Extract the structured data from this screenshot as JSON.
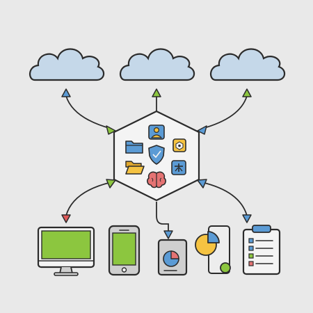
{
  "diagram": {
    "nodes": [
      {
        "id": "cloud-left",
        "icon": "cloud-icon"
      },
      {
        "id": "cloud-center",
        "icon": "cloud-icon"
      },
      {
        "id": "cloud-right",
        "icon": "cloud-icon"
      },
      {
        "id": "central-hub",
        "icon": "hexagon-hub-icon",
        "contains": [
          "user-profile-icon",
          "folder-icon",
          "shield-icon",
          "settings-chip-icon",
          "open-folder-icon",
          "tools-icon",
          "brain-icon"
        ]
      },
      {
        "id": "desktop-monitor",
        "icon": "monitor-icon"
      },
      {
        "id": "smartphone",
        "icon": "smartphone-icon"
      },
      {
        "id": "pie-chart-document",
        "icon": "document-pie-chart-icon"
      },
      {
        "id": "pie-chart-report",
        "icon": "report-pie-chart-icon"
      },
      {
        "id": "clipboard-checklist",
        "icon": "clipboard-checklist-icon"
      }
    ],
    "edges": [
      {
        "from": "central-hub",
        "to": "cloud-left",
        "bidirectional": true
      },
      {
        "from": "central-hub",
        "to": "cloud-center",
        "bidirectional": false
      },
      {
        "from": "central-hub",
        "to": "cloud-right",
        "bidirectional": true
      },
      {
        "from": "central-hub",
        "to": "desktop-monitor",
        "bidirectional": true
      },
      {
        "from": "central-hub",
        "to": "pie-chart-document",
        "bidirectional": false
      },
      {
        "from": "central-hub",
        "to": "clipboard-checklist",
        "bidirectional": true
      }
    ]
  },
  "colors": {
    "background": "#e9e9e9",
    "outline": "#2b2b2b",
    "cloud": "#c5d8e9",
    "arrow_green": "#8cc63f",
    "arrow_blue": "#5b9bd5",
    "arrow_red": "#e05a5a",
    "screen_green": "#8cc63f",
    "icon_blue": "#5b9bd5",
    "icon_yellow": "#f5c342",
    "icon_red": "#e57373",
    "device_gray": "#cfcfcf"
  }
}
